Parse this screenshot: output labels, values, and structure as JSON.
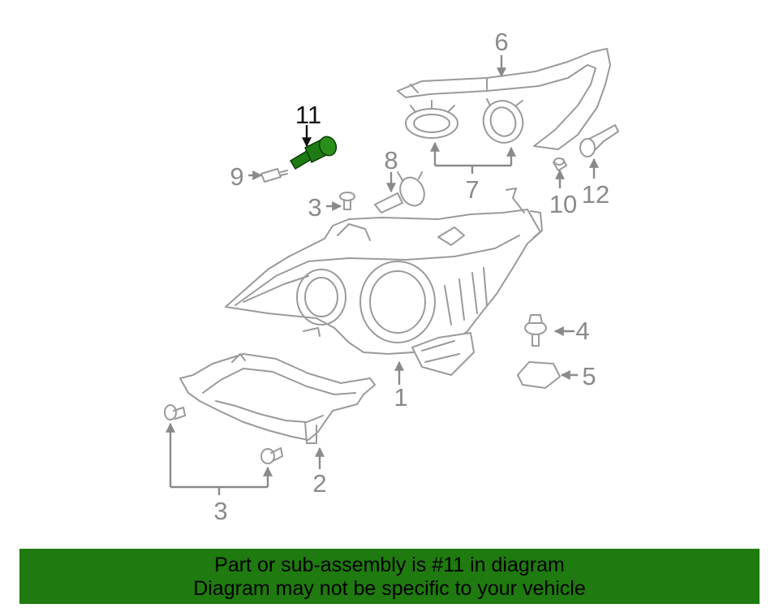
{
  "diagram": {
    "labels": {
      "p1": "1",
      "p2": "2",
      "p3_bottom": "3",
      "p3_top": "3",
      "p4": "4",
      "p5": "5",
      "p6": "6",
      "p7": "7",
      "p8": "8",
      "p9": "9",
      "p10": "10",
      "p11": "11",
      "p12": "12"
    },
    "highlighted_part": "11",
    "colors": {
      "line": "#9a9a9a",
      "highlight_part": "#1e7a12",
      "banner": "#1f7a0f"
    }
  },
  "banner": {
    "line1": "Part or sub-assembly is #11 in diagram",
    "line2": "Diagram may not be specific to your vehicle"
  }
}
